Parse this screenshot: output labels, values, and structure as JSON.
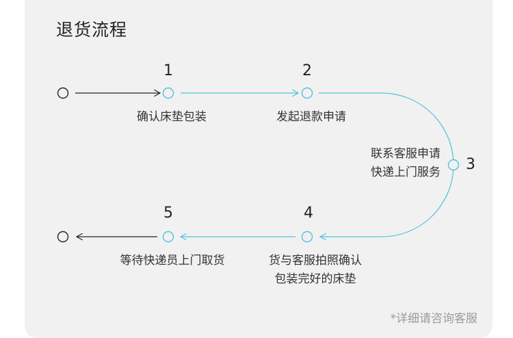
{
  "title": "退货流程",
  "steps": [
    {
      "number": "1",
      "label": "确认床垫包装"
    },
    {
      "number": "2",
      "label": "发起退款申请"
    },
    {
      "number": "3",
      "label_line1": "联系客服申请",
      "label_line2": "快递上门服务"
    },
    {
      "number": "4",
      "label_line1": "货与客服拍照确认",
      "label_line2": "包装完好的床垫"
    },
    {
      "number": "5",
      "label": "等待快递员上门取货"
    }
  ],
  "footnote": "*详细请咨询客服",
  "colors": {
    "accent": "#4fc3d9",
    "dark": "#222222",
    "card": "#f1f1f2"
  }
}
